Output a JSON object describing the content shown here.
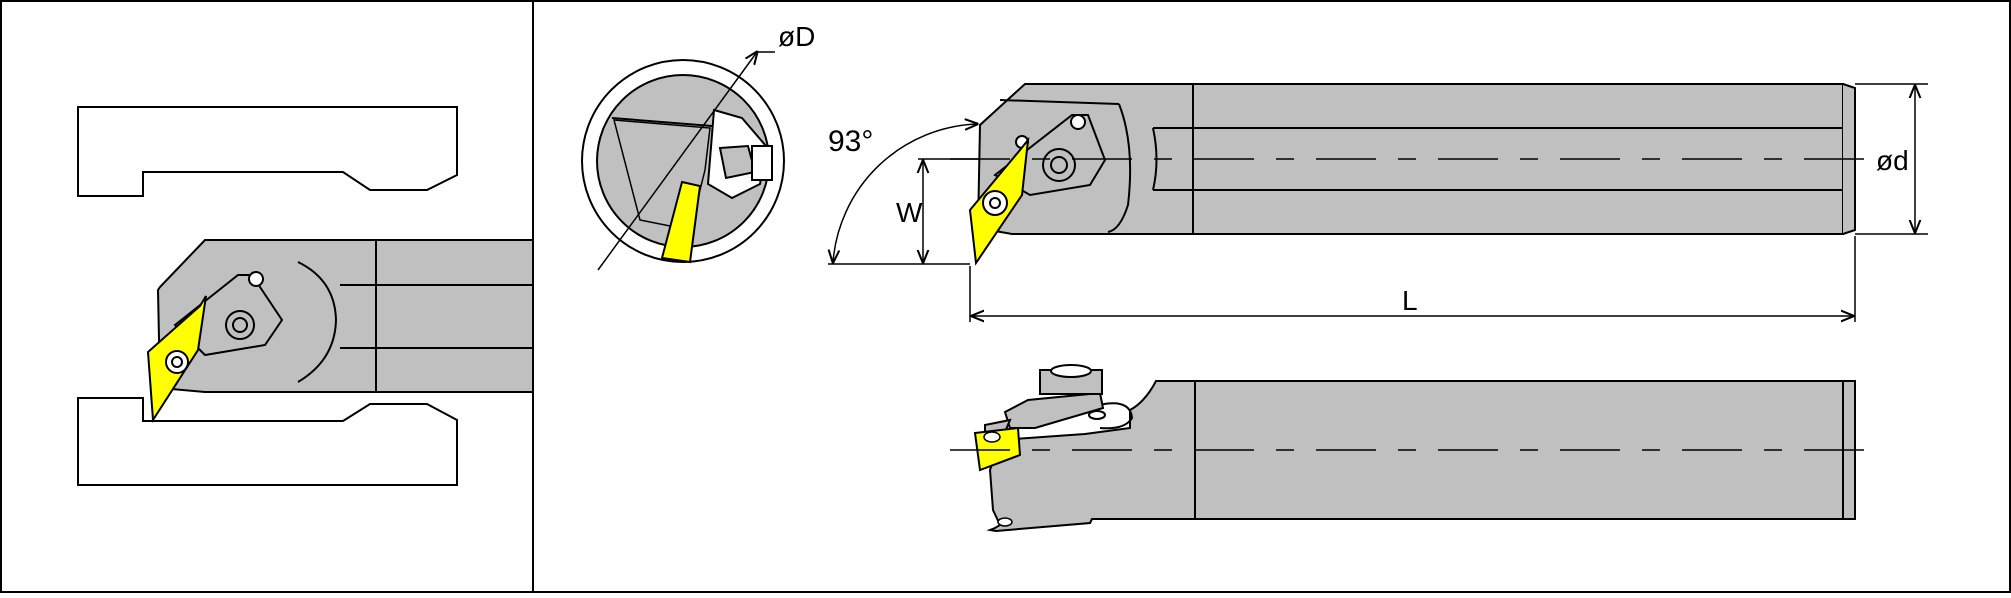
{
  "colors": {
    "body": "#c0c0c0",
    "insert": "#ffff00",
    "line": "#000000",
    "background": "#ffffff"
  },
  "labels": {
    "diameter_bore": "øD",
    "diameter_shank": "ød",
    "angle": "93°",
    "width": "W",
    "length": "L"
  }
}
